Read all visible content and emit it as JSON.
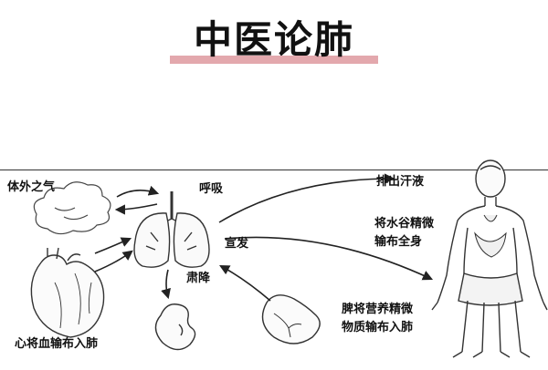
{
  "title": "中医论肺",
  "labels": {
    "external_qi": "体外之气",
    "breathing": "呼吸",
    "sweat": "排出汗液",
    "water_grain_1": "将水谷精微",
    "water_grain_2": "输布全身",
    "disperse": "宣发",
    "descend": "肃降",
    "spleen_1": "脾将营养精微",
    "spleen_2": "物质输布入肺",
    "heart_blood": "心将血输布入肺"
  }
}
